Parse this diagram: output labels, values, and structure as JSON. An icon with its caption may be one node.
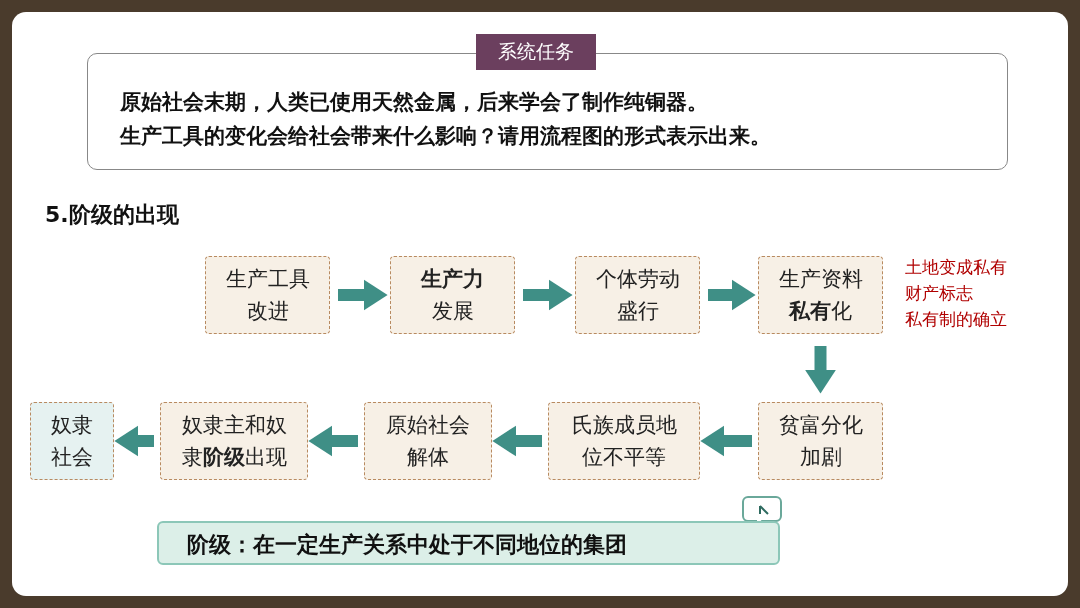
{
  "diagram": {
    "title": "5.阶级的出现",
    "nodes": [
      {
        "text": [
          "生产工具改进"
        ]
      },
      {
        "text": [
          "**生产力**发展"
        ]
      },
      {
        "text": [
          "个体劳动盛行"
        ]
      },
      {
        "text": [
          "生产资料**私有**化"
        ],
        "beside": [
          "土地变成私有财产标志",
          "私有制的确立"
        ]
      },
      {
        "text": [
          "贫富分化加剧"
        ]
      },
      {
        "text": [
          "氏族成员地位不平等"
        ]
      },
      {
        "text": [
          "原始社会解体"
        ]
      },
      {
        "text": [
          "奴隶主和奴隶**阶级**出现"
        ]
      },
      {
        "text": [
          "奴隶社会"
        ]
      },
      {
        "text": [
          "系统任务",
          "原始社会末期，人类已使用天然金属，后来学会了制作纯铜器。",
          "生产工具的变化会给社会带来什么影响？请用流程图的形式表示出来。"
        ]
      },
      {
        "text": [
          "阶级：在一定生产关系中处于不同地位的集团"
        ]
      }
    ],
    "edges": [
      {
        "from": 0,
        "to": 1,
        "arrow": "to"
      },
      {
        "from": 1,
        "to": 2,
        "arrow": "to"
      },
      {
        "from": 2,
        "to": 3,
        "arrow": "to"
      },
      {
        "from": 3,
        "to": 4,
        "arrow": "to"
      },
      {
        "from": 4,
        "to": 5,
        "arrow": "to"
      },
      {
        "from": 5,
        "to": 6,
        "arrow": "to"
      },
      {
        "from": 6,
        "to": 7,
        "arrow": "to"
      },
      {
        "from": 7,
        "to": 8,
        "arrow": "to"
      }
    ]
  }
}
